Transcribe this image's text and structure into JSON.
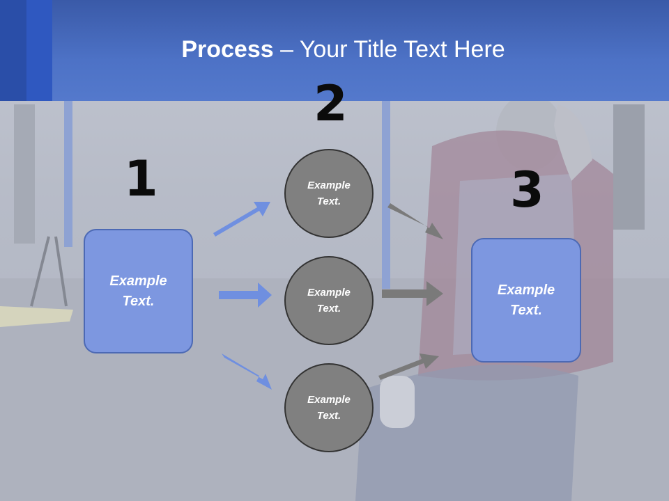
{
  "header": {
    "title_bold": "Process",
    "title_rest": " – Your Title Text Here"
  },
  "steps": {
    "one": "1",
    "two": "2",
    "three": "3"
  },
  "left_box": {
    "line1": "Example",
    "line2": "Text."
  },
  "circles": [
    {
      "line1": "Example",
      "line2": "Text."
    },
    {
      "line1": "Example",
      "line2": "Text."
    },
    {
      "line1": "Example",
      "line2": "Text."
    }
  ],
  "right_box": {
    "line1": "Example",
    "line2": "Text."
  },
  "colors": {
    "header_blue": "#4d72c6",
    "box_fill": "#7d97e0",
    "blue_arrow": "#6f8fe0",
    "gray_arrow": "#7a7a7a",
    "circle_fill": "#808080"
  }
}
